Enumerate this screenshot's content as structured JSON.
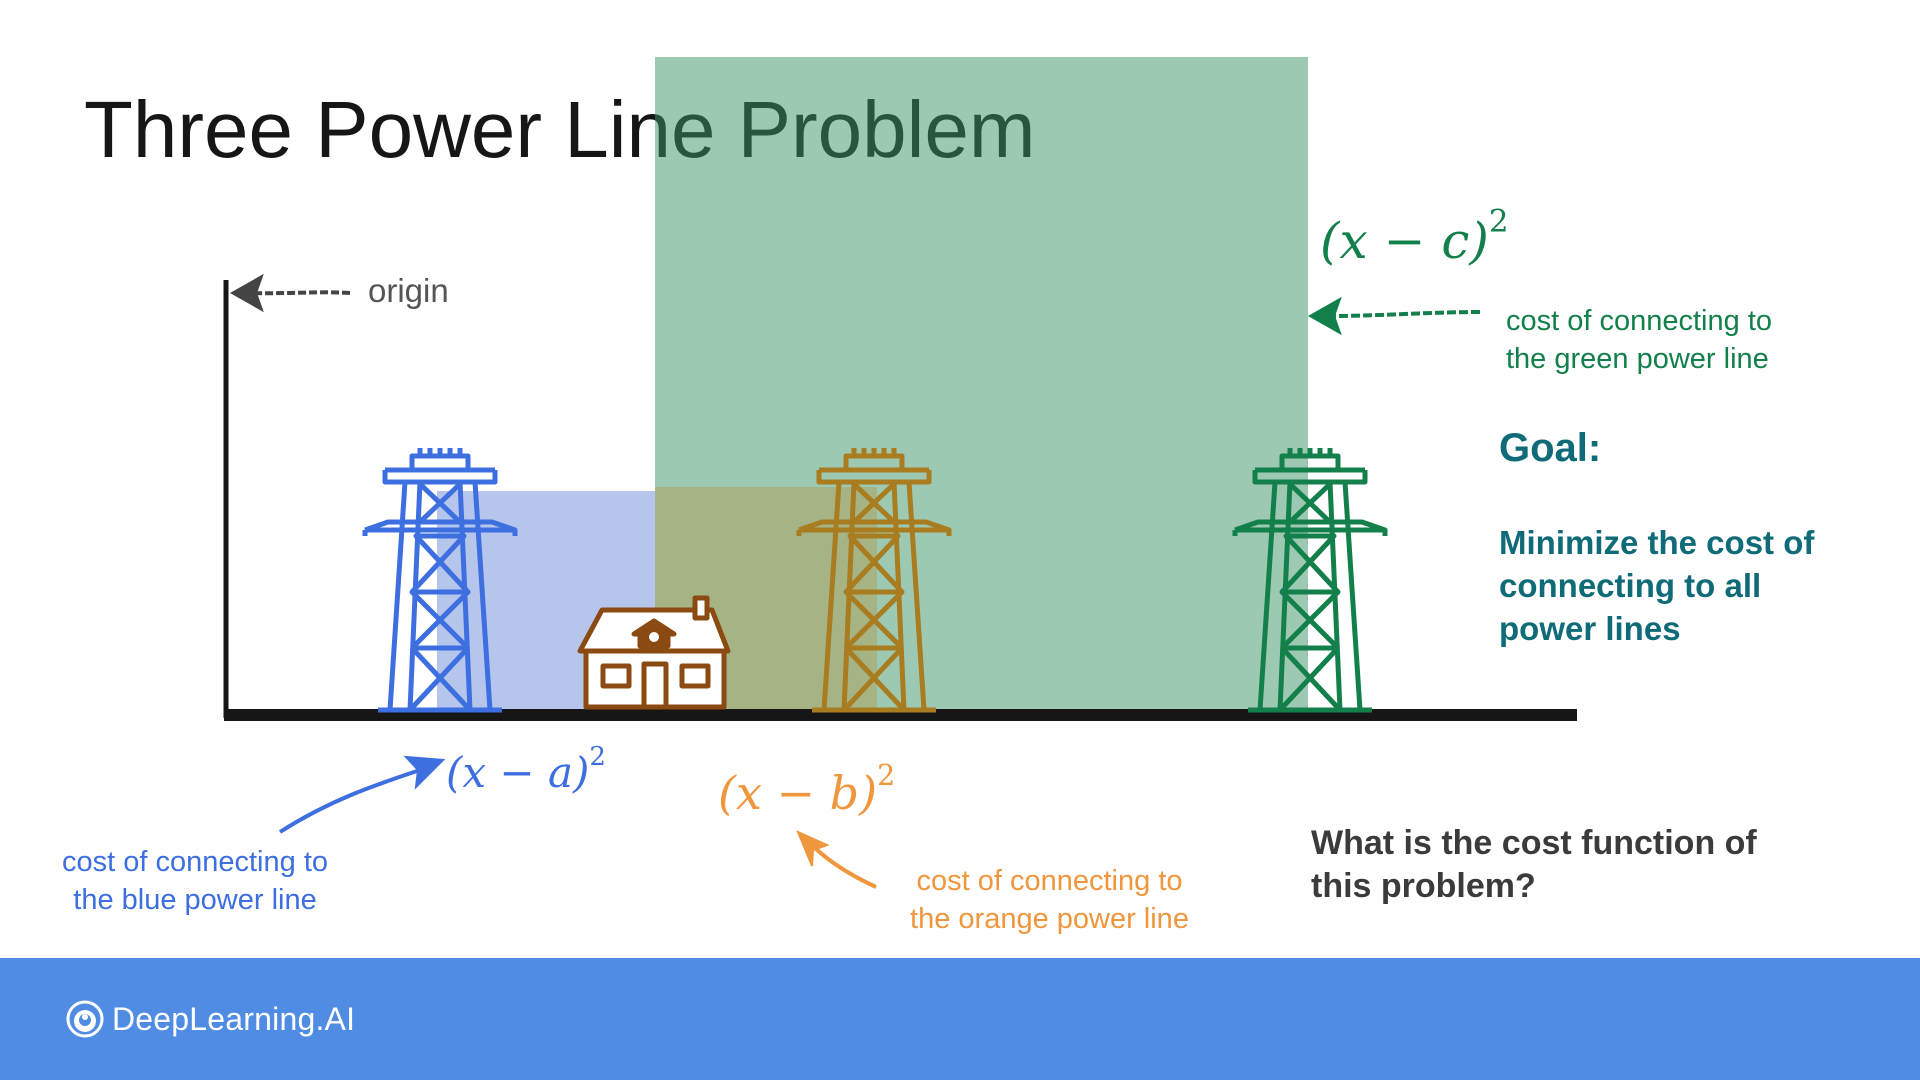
{
  "title": "Three Power Line Problem",
  "origin_label": "origin",
  "formulas": {
    "green": "(x − c)",
    "blue": "(x − a)",
    "orange": "(x − b)",
    "exponent": "2"
  },
  "captions": {
    "green": [
      "cost of connecting to",
      "the green power line"
    ],
    "blue": [
      "cost of connecting to",
      "the blue power line"
    ],
    "orange": [
      "cost of connecting to",
      "the orange power line"
    ]
  },
  "goal": {
    "heading": "Goal:",
    "lines": [
      "Minimize the cost of",
      "connecting to all",
      "power lines"
    ]
  },
  "question": [
    "What is the cost function of",
    "this problem?"
  ],
  "brand": "DeepLearning.AI",
  "colors": {
    "blue": "#3d6fe0",
    "orange": "#f0963c",
    "green": "#13804c",
    "teal": "#0f6b77",
    "footer": "#518ce4",
    "blue_square": "rgba(92,127,212,0.45)",
    "orange_square": "rgba(176,150,70,0.42)",
    "green_square": "rgba(60,148,104,0.5)"
  },
  "icons": [
    "blue-tower-icon",
    "orange-tower-icon",
    "green-tower-icon",
    "house-icon",
    "deeplearning-logo-icon"
  ]
}
